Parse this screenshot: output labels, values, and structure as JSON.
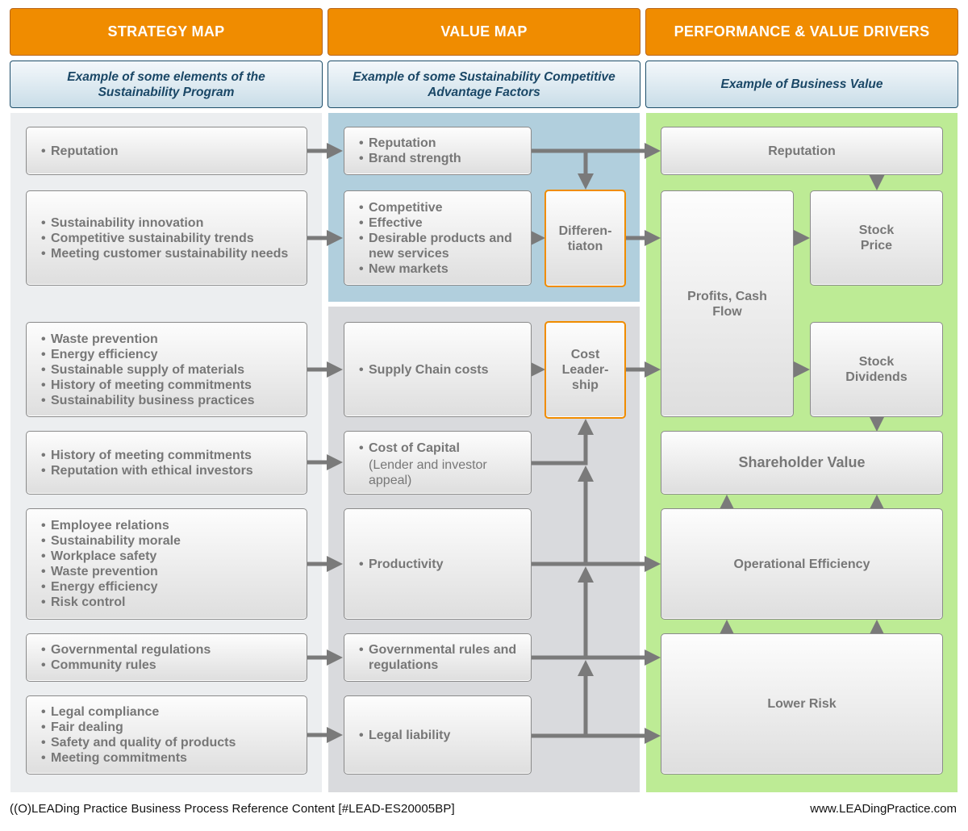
{
  "columns": [
    {
      "title": "STRATEGY MAP",
      "subtitle": "Example of some elements of the Sustainability Program"
    },
    {
      "title": "VALUE MAP",
      "subtitle": "Example of some Sustainability Competitive Advantage Factors"
    },
    {
      "title": "PERFORMANCE & VALUE DRIVERS",
      "subtitle": "Example of Business Value"
    }
  ],
  "strategy": [
    {
      "items": [
        "Reputation"
      ]
    },
    {
      "items": [
        "Sustainability innovation",
        "Competitive sustainability trends",
        "Meeting customer sustainability needs"
      ]
    },
    {
      "items": [
        "Waste prevention",
        "Energy efficiency",
        "Sustainable supply of materials",
        "History of meeting commitments",
        "Sustainability business practices"
      ]
    },
    {
      "items": [
        "History of meeting commitments",
        "Reputation with ethical investors"
      ]
    },
    {
      "items": [
        "Employee relations",
        "Sustainability morale",
        "Workplace safety",
        "Waste prevention",
        "Energy efficiency",
        "Risk control"
      ]
    },
    {
      "items": [
        "Governmental regulations",
        "Community rules"
      ]
    },
    {
      "items": [
        "Legal compliance",
        "Fair dealing",
        "Safety and quality of products",
        "Meeting commitments"
      ]
    }
  ],
  "value": [
    {
      "items": [
        "Reputation",
        "Brand strength"
      ]
    },
    {
      "items": [
        "Competitive",
        "Effective",
        "Desirable products and new services",
        "New markets"
      ]
    },
    {
      "items": [
        "Supply Chain costs"
      ]
    },
    {
      "items": [
        "Cost of Capital"
      ],
      "note": "(Lender and investor appeal)"
    },
    {
      "items": [
        "Productivity"
      ]
    },
    {
      "items": [
        "Governmental rules and regulations"
      ]
    },
    {
      "items": [
        "Legal liability"
      ]
    }
  ],
  "strategies": {
    "differentiation": "Differen- tiaton",
    "cost_leadership": "Cost Leader- ship"
  },
  "drivers": {
    "reputation": "Reputation",
    "profits": "Profits, Cash Flow",
    "stock_price": "Stock Price",
    "stock_dividends": "Stock Dividends",
    "shareholder_value": "Shareholder Value",
    "operational_efficiency": "Operational Efficiency",
    "lower_risk": "Lower Risk"
  },
  "footer": {
    "left": "((O)LEADing Practice Business Process Reference Content [#LEAD-ES20005BP]",
    "right": "www.LEADingPractice.com"
  },
  "colors": {
    "header_orange": "#f08c00",
    "subheader_blue": "#1a4766",
    "differentiation_bg": "#b1cfdd",
    "cost_bg": "#d9dadd",
    "drivers_bg": "#bdeb95",
    "arrow": "#7a7a7a"
  }
}
